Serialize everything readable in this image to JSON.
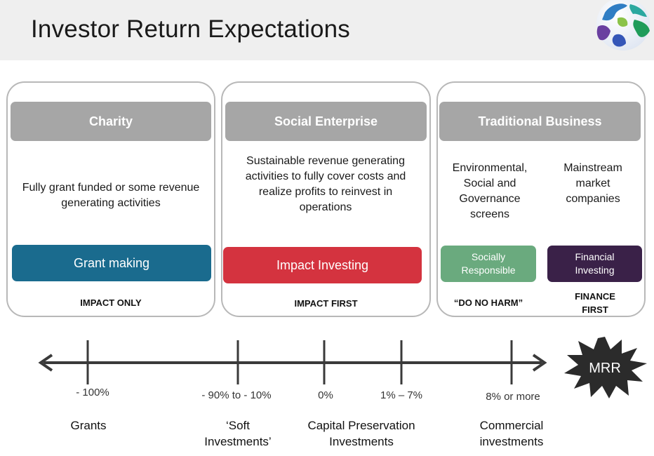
{
  "title": "Investor Return Expectations",
  "colors": {
    "header_gray": "#a6a6a6",
    "grant_making": "#1a6b8e",
    "impact_investing": "#d4333f",
    "socially_responsible": "#6aaa7e",
    "financial_investing": "#3a2148",
    "burst": "#2b2b2b"
  },
  "panels": [
    {
      "header": "Charity",
      "description": "Fully grant funded or some revenue generating activities",
      "strategies": [
        {
          "label": "Grant making",
          "tag": "IMPACT ONLY"
        }
      ]
    },
    {
      "header": "Social Enterprise",
      "description": "Sustainable revenue generating activities to fully cover costs and realize profits to reinvest in operations",
      "strategies": [
        {
          "label": "Impact Investing",
          "tag": "IMPACT FIRST"
        }
      ]
    },
    {
      "header": "Traditional Business",
      "columns": [
        {
          "description": "Environmental, Social and Governance screens",
          "label": "Socially Responsible",
          "tag": "“DO NO HARM”"
        },
        {
          "description": "Mainstream market companies",
          "label": "Financial Investing",
          "tag": "FINANCE FIRST"
        }
      ]
    }
  ],
  "scale": {
    "ticks": [
      {
        "value": "- 100%",
        "category": "Grants"
      },
      {
        "value": "- 90% to - 10%",
        "category": "‘Soft Investments’"
      },
      {
        "value": "0%",
        "category": "Capital Preservation Investments"
      },
      {
        "value": "1% – 7%",
        "category": ""
      },
      {
        "value": "8% or more",
        "category": "Commercial investments"
      }
    ],
    "burst_label": "MRR"
  }
}
